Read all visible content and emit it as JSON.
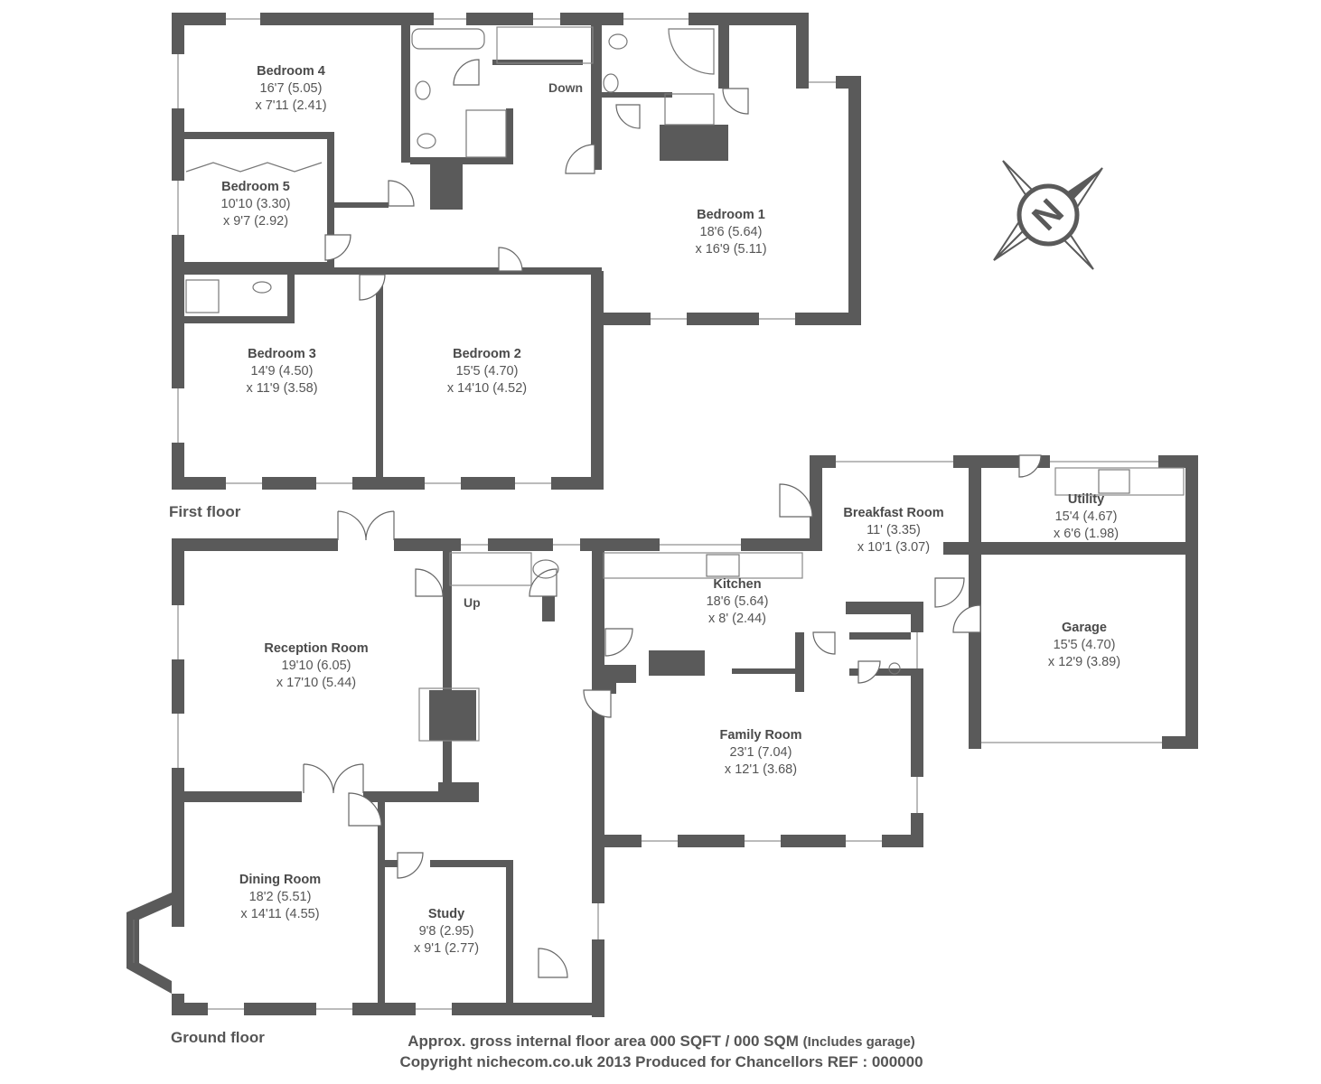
{
  "floors": {
    "first": "First floor",
    "ground": "Ground floor"
  },
  "rooms": [
    {
      "id": "bedroom-4",
      "name": "Bedroom 4",
      "dim1": "16'7 (5.05)",
      "dim2": "x 7'11 (2.41)"
    },
    {
      "id": "bedroom-5",
      "name": "Bedroom 5",
      "dim1": "10'10 (3.30)",
      "dim2": "x 9'7 (2.92)"
    },
    {
      "id": "bedroom-1",
      "name": "Bedroom 1",
      "dim1": "18'6 (5.64)",
      "dim2": "x 16'9 (5.11)"
    },
    {
      "id": "bedroom-3",
      "name": "Bedroom 3",
      "dim1": "14'9 (4.50)",
      "dim2": "x 11'9 (3.58)"
    },
    {
      "id": "bedroom-2",
      "name": "Bedroom 2",
      "dim1": "15'5 (4.70)",
      "dim2": "x 14'10 (4.52)"
    },
    {
      "id": "breakfast-room",
      "name": "Breakfast Room",
      "dim1": "11' (3.35)",
      "dim2": "x 10'1 (3.07)"
    },
    {
      "id": "utility",
      "name": "Utility",
      "dim1": "15'4 (4.67)",
      "dim2": "x 6'6 (1.98)"
    },
    {
      "id": "kitchen",
      "name": "Kitchen",
      "dim1": "18'6 (5.64)",
      "dim2": "x 8' (2.44)"
    },
    {
      "id": "garage",
      "name": "Garage",
      "dim1": "15'5 (4.70)",
      "dim2": "x 12'9 (3.89)"
    },
    {
      "id": "reception-room",
      "name": "Reception Room",
      "dim1": "19'10 (6.05)",
      "dim2": "x 17'10 (5.44)"
    },
    {
      "id": "family-room",
      "name": "Family Room",
      "dim1": "23'1 (7.04)",
      "dim2": "x 12'1 (3.68)"
    },
    {
      "id": "dining-room",
      "name": "Dining Room",
      "dim1": "18'2 (5.51)",
      "dim2": "x 14'11 (4.55)"
    },
    {
      "id": "study",
      "name": "Study",
      "dim1": "9'8 (2.95)",
      "dim2": "x 9'1 (2.77)"
    }
  ],
  "stairs": {
    "down": "Down",
    "up": "Up"
  },
  "compass": {
    "letter": "N"
  },
  "footer": {
    "area": "Approx. gross internal floor area 000 SQFT / 000 SQM",
    "area_note": "(Includes garage)",
    "copyright": "Copyright nichecom.co.uk 2013 Produced for Chancellors REF : 000000"
  },
  "colors": {
    "wall": "#5a5a5a",
    "window": "#ffffff",
    "text": "#555555"
  }
}
